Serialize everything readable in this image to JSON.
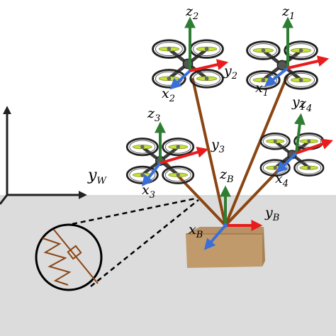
{
  "labels": {
    "world": {
      "letter": "y",
      "sub": "W"
    },
    "drone1": {
      "z": "z",
      "z_sub": "1",
      "y": "y",
      "y_sub": "1",
      "x": "x",
      "x_sub": "1"
    },
    "drone2": {
      "z": "z",
      "z_sub": "2",
      "y": "y",
      "y_sub": "2",
      "x": "x",
      "x_sub": "2"
    },
    "drone3": {
      "z": "z",
      "z_sub": "3",
      "y": "y",
      "y_sub": "3",
      "x": "x",
      "x_sub": "3"
    },
    "drone4": {
      "z": "z",
      "z_sub": "4",
      "y": "y",
      "y_sub": "4",
      "x": "x",
      "x_sub": "4"
    },
    "body": {
      "z": "z",
      "z_sub": "B",
      "y": "y",
      "y_sub": "B",
      "x": "x",
      "x_sub": "B"
    }
  },
  "colors": {
    "floor": "#dcdcdc",
    "cable": "#8b4513",
    "box": "#c19a6b",
    "x_axis": "#3a6fd8",
    "y_axis": "#e81c1c",
    "z_axis": "#2e7d32",
    "propeller": "#c6e23a"
  },
  "icons": {
    "drone": "quadrotor-icon",
    "payload": "cardboard-box-icon",
    "zoom": "spring-damper-detail-icon"
  }
}
